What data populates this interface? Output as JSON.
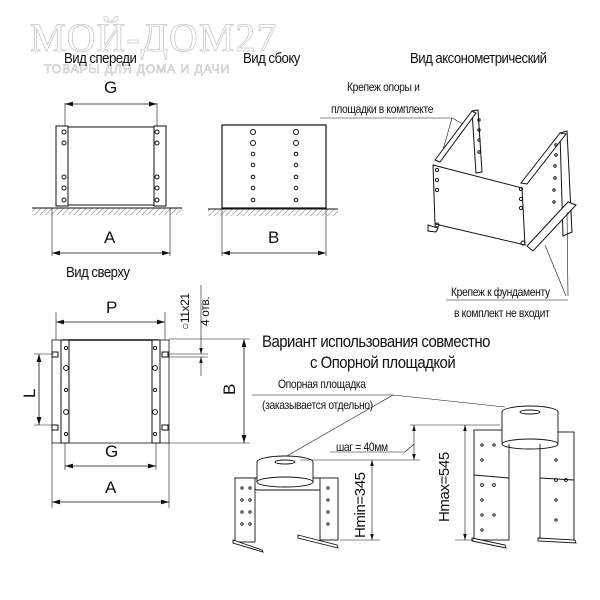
{
  "watermark": {
    "brand": "МОЙ-ДОМ27",
    "tagline": "ТОВАРЫ ДЛЯ ДОМА И ДАЧИ"
  },
  "views": {
    "front": {
      "title": "Вид спереди",
      "dim_top": "G",
      "dim_bottom": "A"
    },
    "side": {
      "title": "Вид сбоку",
      "dim_bottom": "B"
    },
    "axonometric": {
      "title": "Вид аксонометрический",
      "callout_top_line1": "Крепеж опоры и",
      "callout_top_line2": "площадки в комплекте",
      "callout_bottom_line1": "Крепеж к фундаменту",
      "callout_bottom_line2": "в комплект не входит"
    },
    "top": {
      "title": "Вид сверху",
      "dim_top": "P",
      "dim_left": "L",
      "dim_right": "B",
      "dim_inner": "G",
      "dim_bottom": "A",
      "hole_spec": "○11x21",
      "hole_count": "4 отв."
    }
  },
  "variant": {
    "title_line1": "Вариант использования совместно",
    "title_line2": "с Опорной площадкой",
    "platform_label": "Опорная площадка",
    "platform_note": "(заказывается отдельно)",
    "step": "шаг = 40мм",
    "h_min": "Hmin=345",
    "h_max": "Hmax=545"
  }
}
